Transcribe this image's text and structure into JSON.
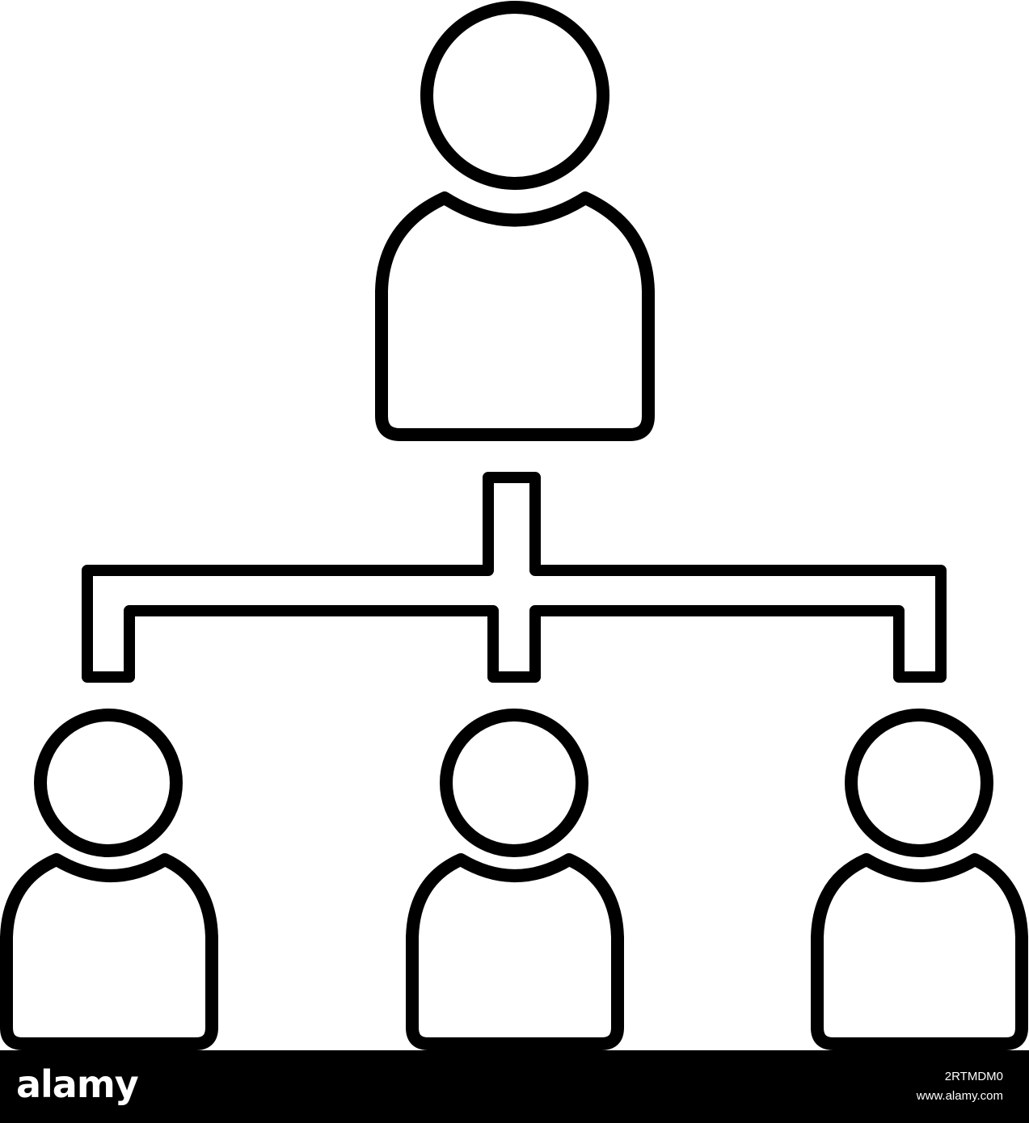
{
  "diagram": {
    "nodes": [
      {
        "id": "manager",
        "role": "person-icon"
      },
      {
        "id": "report-left",
        "role": "person-icon"
      },
      {
        "id": "report-center",
        "role": "person-icon"
      },
      {
        "id": "report-right",
        "role": "person-icon"
      }
    ],
    "edges": [
      {
        "from": "manager",
        "to": "report-left"
      },
      {
        "from": "manager",
        "to": "report-center"
      },
      {
        "from": "manager",
        "to": "report-right"
      }
    ],
    "stroke_color": "#000000",
    "fill_color": "#ffffff"
  },
  "footer": {
    "logo_text": "alamy",
    "image_id": "2RTMDM0",
    "image_url": "www.alamy.com",
    "background": "#000000",
    "text_color": "#ffffff"
  }
}
